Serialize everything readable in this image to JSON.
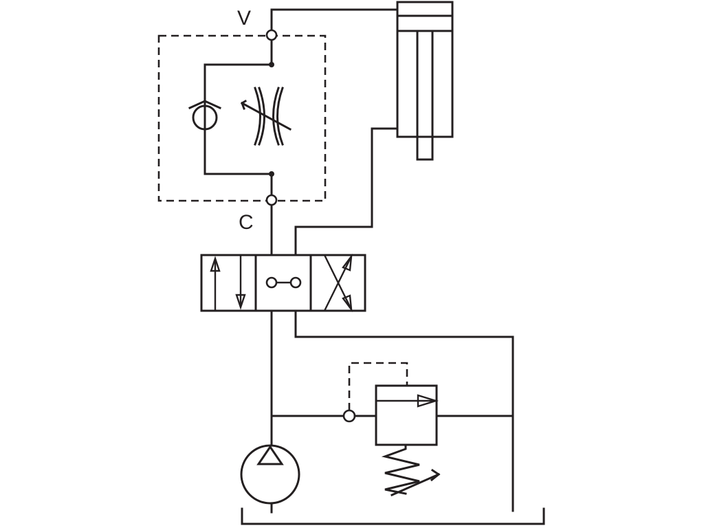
{
  "labels": {
    "port_v": "V",
    "port_c": "C"
  },
  "colors": {
    "line": "#231f20",
    "background": "#ffffff"
  },
  "components": [
    "double-acting-cylinder",
    "flow-control-valve-with-check",
    "directional-control-valve-3-position",
    "pressure-relief-valve",
    "hydraulic-pump",
    "tank"
  ]
}
